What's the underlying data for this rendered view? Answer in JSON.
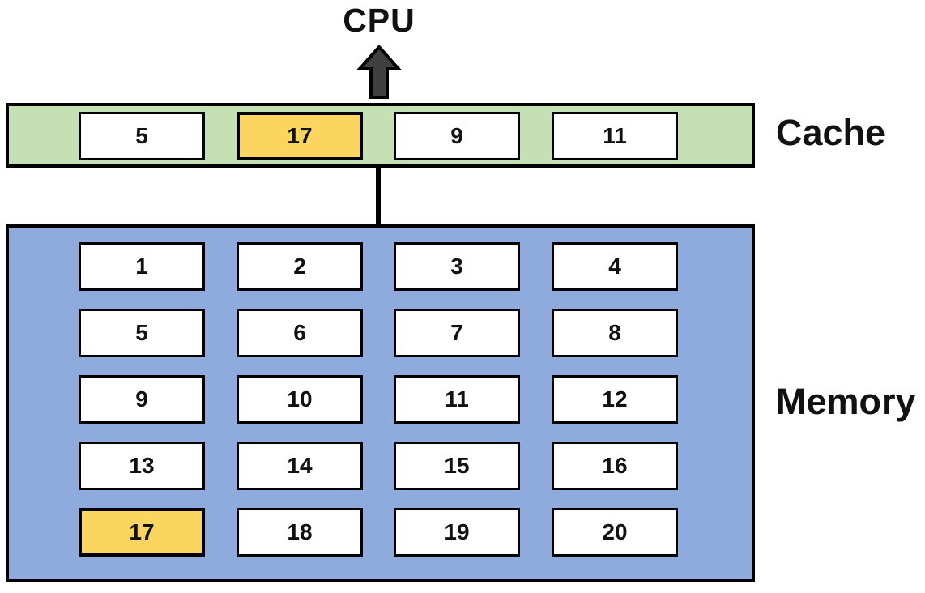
{
  "cpu": {
    "label": "CPU"
  },
  "cache": {
    "label": "Cache",
    "cells": [
      {
        "value": "5",
        "highlighted": false
      },
      {
        "value": "17",
        "highlighted": true
      },
      {
        "value": "9",
        "highlighted": false
      },
      {
        "value": "11",
        "highlighted": false
      }
    ]
  },
  "memory": {
    "label": "Memory",
    "cells": [
      {
        "value": "1",
        "highlighted": false
      },
      {
        "value": "2",
        "highlighted": false
      },
      {
        "value": "3",
        "highlighted": false
      },
      {
        "value": "4",
        "highlighted": false
      },
      {
        "value": "5",
        "highlighted": false
      },
      {
        "value": "6",
        "highlighted": false
      },
      {
        "value": "7",
        "highlighted": false
      },
      {
        "value": "8",
        "highlighted": false
      },
      {
        "value": "9",
        "highlighted": false
      },
      {
        "value": "10",
        "highlighted": false
      },
      {
        "value": "11",
        "highlighted": false
      },
      {
        "value": "12",
        "highlighted": false
      },
      {
        "value": "13",
        "highlighted": false
      },
      {
        "value": "14",
        "highlighted": false
      },
      {
        "value": "15",
        "highlighted": false
      },
      {
        "value": "16",
        "highlighted": false
      },
      {
        "value": "17",
        "highlighted": true
      },
      {
        "value": "18",
        "highlighted": false
      },
      {
        "value": "19",
        "highlighted": false
      },
      {
        "value": "20",
        "highlighted": false
      }
    ]
  },
  "colors": {
    "cache_background": "#c5e0b4",
    "memory_background": "#8faadc",
    "highlight": "#fbd560",
    "cell_background": "#ffffff",
    "border": "#000000",
    "arrow_fill": "#404040"
  }
}
